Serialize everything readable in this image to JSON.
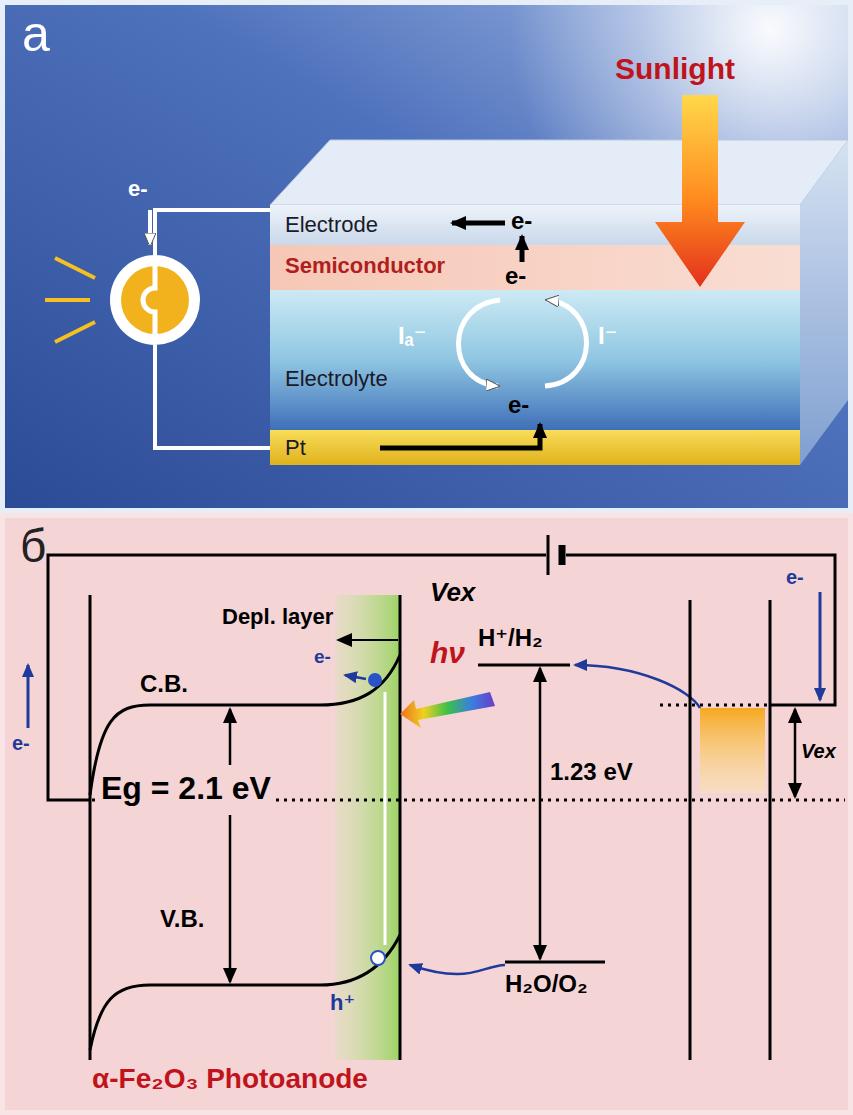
{
  "diagram": {
    "nodes": [
      {
        "text": [
          "Electrode"
        ]
      },
      {
        "text": [
          "Semiconductor"
        ]
      },
      {
        "text": [
          "Electrolyte"
        ]
      },
      {
        "text": [
          "Pt"
        ]
      }
    ],
    "labels": [
      "а",
      "Sunlight",
      "e-",
      "e-",
      "e-",
      "Iₐ⁻",
      "I⁻",
      "e-",
      "б",
      "Vex",
      "e-",
      "Depl. layer",
      "e-",
      "hν",
      "H⁺/H₂",
      "C.B.",
      "1.23 eV",
      "Eg = 2.1 eV",
      "H₂O/O₂",
      "V.B.",
      "h⁺",
      "Vex",
      "e-",
      "α-Fe₂O₃ Photoanode"
    ]
  }
}
